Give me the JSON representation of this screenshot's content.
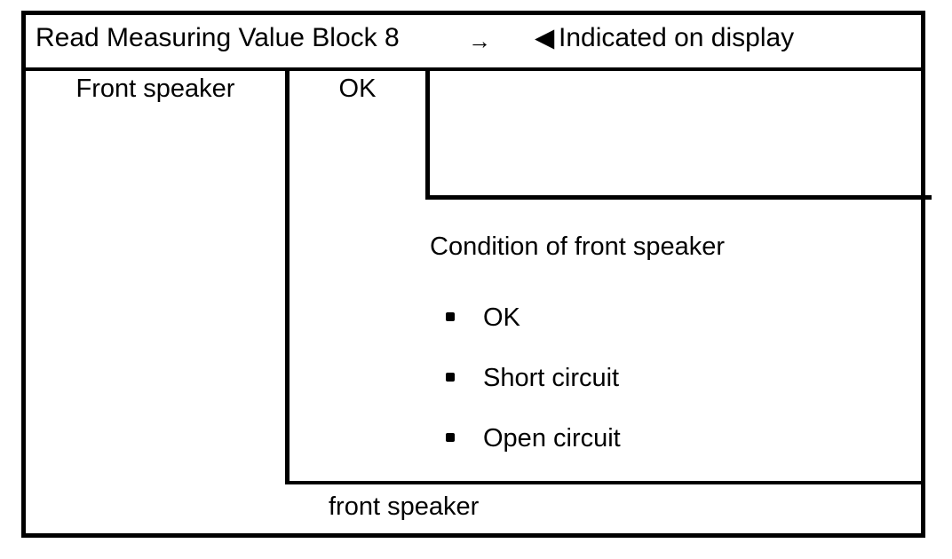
{
  "header": {
    "title": "Read Measuring Value Block 8",
    "arrow_icon": "→",
    "triangle_icon": "◀",
    "indicated_label": "Indicated on display"
  },
  "table": {
    "row_label": "Front speaker",
    "status_value": "OK",
    "detail": {
      "title": "Condition of front speaker",
      "options": [
        {
          "label": "OK"
        },
        {
          "label": "Short circuit"
        },
        {
          "label": "Open circuit"
        }
      ]
    },
    "footer_label": "front speaker"
  },
  "colors": {
    "ink": "#000000",
    "paper": "#ffffff"
  }
}
